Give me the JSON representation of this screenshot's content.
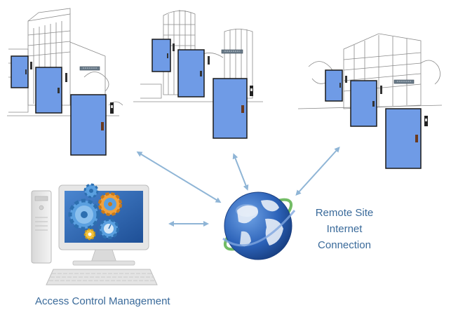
{
  "labels": {
    "remote_site": [
      "Remote Site",
      "Internet",
      "Connection"
    ],
    "access_control": "Access Control Management"
  },
  "colors": {
    "door_fill": "#6f9be6",
    "door_stroke": "#1a1a1a",
    "arrow": "#8fb5d6",
    "sketch": "#8a8a8a",
    "label_text": "#3a6a9a",
    "monitor_frame": "#e6e6e6",
    "screen_blue": "#2f67b3",
    "gear_blue": "#5aa0e0",
    "gear_orange": "#f2a23c",
    "globe_blue": "#2c62b8",
    "globe_land": "#e8eef7",
    "orbit_green": "#5ab04a"
  },
  "icons": {
    "buildings": "building-sketch-icon",
    "doors": "door-icon",
    "card_reader": "card-reader-icon",
    "controller": "network-switch-icon",
    "computer": "desktop-computer-icon",
    "gears": "gears-icon",
    "globe": "globe-icon"
  }
}
